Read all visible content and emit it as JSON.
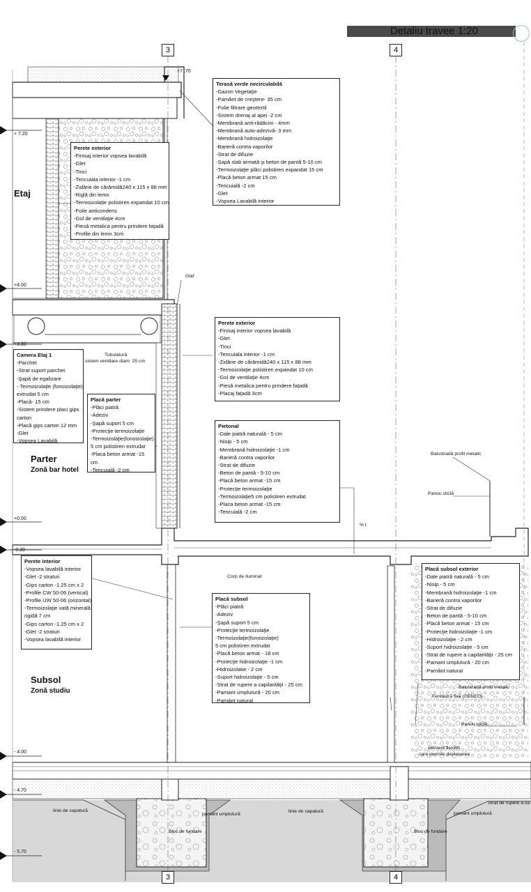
{
  "title": "Detaliu travee 1:20",
  "axes": {
    "a3": "3",
    "a4": "4"
  },
  "levels": {
    "l770": "+7 .70",
    "l720": "+ 7.20",
    "l400": "+4.00",
    "l330": "+3.30",
    "l000": "+0.00",
    "lm030": "-0.30",
    "lm400": "- 4.00",
    "lm470": "- 4.70",
    "lm570": "- 5.70"
  },
  "rooms": {
    "etaj": "Etaj",
    "parter": "Parter",
    "parter_zone": "Zonă bar hotel",
    "subsol": "Subsol",
    "subsol_zone": "Zonă studiu"
  },
  "notes": {
    "glaf": "Glaf",
    "tubulatura": "Tubulatură",
    "tubulatura2": "sistem ventilare diam: 25 cm",
    "balustrada1": "Balustradă profil metalic",
    "panou1": "Panou sticlă",
    "corp": "Corp de iluminat",
    "balustrada2": "Balustradă profil metalic",
    "fereastra": "Fereastră fixă (GENEO)",
    "panou2": "Panou sticlă",
    "element1": "element flexibil,",
    "element2": "care permite deplasarea",
    "linie1": "linie de sapatură",
    "pamant1": "pamânt umplutură",
    "bloc1": "Bloc de fundare",
    "linie2": "linie de sapatură",
    "pamant2": "pamânt umplutură",
    "bloc2": "Bloc de fundare",
    "strat_rupere": "Strat de rupere a ca",
    "slope": "% t"
  },
  "boxes": {
    "terasa": {
      "title": "Terasă verde necirculabilă",
      "lines": [
        "-Gazon Vegetaţie",
        "-Pamânt de creştere- 35 cm",
        "-Folie filtrare geotextil",
        "-Sistem drenaj al apei -2 cm",
        "-Membrană anti-rădăcini - 4mm",
        "-Membrană auto-adezivă- 3 mm",
        "-Membrană hidroizolaţie",
        "-Barieră contra vaporilor",
        "-Strat de difuzie",
        "-Şapă slab armată şi beton de pantă 5-10 cm",
        "-Termoizolaţie plăci polistiren expandat 15 cm",
        "-Placă  beton armat 15 cm",
        "-Tencuială -2 cm",
        "-Glet",
        "-Vopsea Lavabilă interior"
      ]
    },
    "perete1": {
      "title": "Perete exterior",
      "lines": [
        "-Finisaj interior vopsea lavabilă",
        "-Glet",
        "-Tinci",
        "-Tencuiala interior -1 cm",
        "-Zidărie de cărămidă240 x 115 x 88 mm",
        "-Riglă din lemn",
        "-Termoizolaţie polistiren expandat 10 cm",
        "-Folie anticondens",
        "-Gol de ventilaţie 4cm",
        "-Piesă metalica pentru prindere faţadă",
        "-Profile din lemn 3cm"
      ]
    },
    "perete2": {
      "title": "Perete exterior",
      "lines": [
        "-Finisaj interior vopsea lavabilă",
        "-Glet",
        "-Tinci",
        "-Tencuiala interior -1 cm",
        "-Zidărie de cărămidă240 x 115 x 88 mm",
        "-Termoizolaţie polistiren expandat 10 cm",
        "-Gol de ventilaţie 4cm",
        "-Piesă metalica pentru prindere faţadă",
        "-Placaj faţadă 3cm"
      ]
    },
    "camera": {
      "title": "Camera Etaj 1",
      "lines": [
        "-Parchet",
        "-Strat suport parchet",
        "-Şapă de egalizare",
        "- Termoizolaţie (fonoizolaţie)",
        "extrudat 5 cm",
        "-Placă- 15 cm",
        "-Sistem prindere placi gips",
        "carton",
        "-Placă gips carton 12 mm",
        "-Glet",
        "-Vopsea Lavabilă"
      ]
    },
    "placa_parter": {
      "title": "Placă parter",
      "lines": [
        "-Plăci piatră",
        "-Adeziv",
        "-Şapă suport 5 cm",
        "-Protecţie termoizolaţie",
        "-Termoizolaţie(fonoizolaţie)",
        "   5 cm polistiren extrudat",
        "-Placa beton armat  -15",
        "cm",
        "-Tencuială -2 cm"
      ]
    },
    "pietonal": {
      "title": "Pietonal",
      "lines": [
        "-Dale piatră naturală - 5 cm",
        "-Nisip - 5 cm",
        "-Membrană hidroizolaţie -1 cm",
        "-Barieră contra vaporilor",
        "-Strat de difuzie",
        "-Beton de pantă - 5-10 cm",
        "-Placă beton armat -15 cm",
        "-Protecţie termoizolaţie",
        "-Termoizolaţie5 cm polistiren extrudat",
        "-Placa beton armat  -15 cm",
        "-Tencuială -2 cm"
      ]
    },
    "perete_int": {
      "title": "Perete interior",
      "lines": [
        "-Vopsea lavabilă interior",
        "-Glet -2 straturi",
        "-Gips carton -1.25 cm x 2",
        "-Profile  CW 50-06 (vertical)",
        "-Profile  UW 50-06 (orizontal)",
        "-Termoizolaţie vată minerală",
        "rigidă 7 cm",
        "-Gips carton -1.25 cm x 2",
        "-Glet -2 straturi",
        "-Vopsea lavabilă interior"
      ]
    },
    "placa_subsol": {
      "title": "Placă  subsol",
      "lines": [
        "-Plăci piatră",
        "-Adeziv",
        "-Şapă suport 5 cm",
        "-Protecţie termoizolaţie",
        "-Termoizolaţie(fonoizolaţie)",
        "     5 cm polistiren extrudat",
        "-Placă beton armat - 18 cm",
        "-Protecţie hidroizolaţie  -1 cm",
        "-Hidroizolatie - 2 cm",
        "-Suport hidroizolaţie - 5 cm",
        "-Strat de rupere a capilarităţii - 25 cm",
        "-Pamant umplutură - 20 cm",
        "-Pamânt  natural"
      ]
    },
    "placa_ext": {
      "title": "Placă  subsol exterior",
      "lines": [
        "-Dale piatră naturală - 5 cm",
        "-Nisip - 5 cm",
        "-Membrană hidroizolaţie -1 cm",
        "-Barieră contra vaporilor",
        "-Strat de difuzie",
        "-Beton de pantă - 5-10 cm",
        "-Placă beton armat - 15 cm",
        "-Protecţie hidroizolaţie  -1 cm",
        "-Hidroizolaţie - 2 cm",
        "-Suport hidroizolaţie - 5 cm",
        "-Strat de rupere a capilarităţii - 25 cm",
        "-Pamant umplutură - 20 cm",
        "-Pamânt  natural"
      ]
    }
  },
  "colors": {
    "line": "#222222",
    "title_bar": "#4a4a4a",
    "ground": "#d9d9d9",
    "gravel": "#9a9a9a"
  }
}
